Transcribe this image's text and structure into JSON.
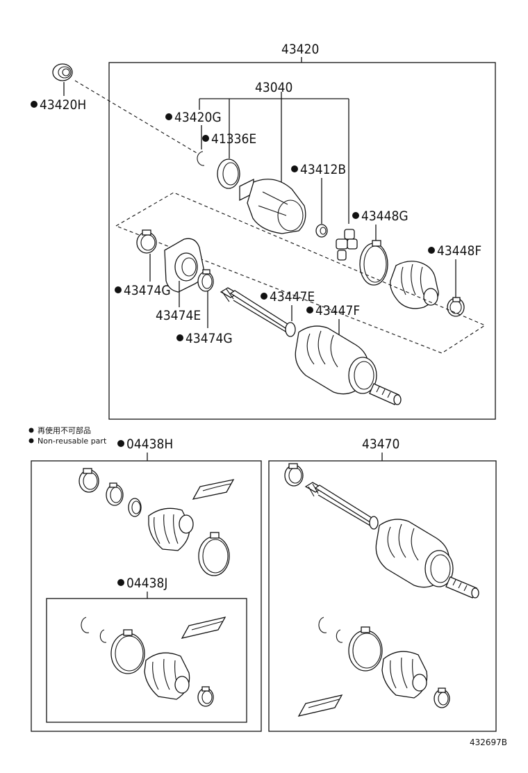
{
  "parts": {
    "p43420": "43420",
    "p43420H": "43420H",
    "p43040": "43040",
    "p43420G": "43420G",
    "p41336E": "41336E",
    "p43412B": "43412B",
    "p43448G": "43448G",
    "p43448F": "43448F",
    "p43474G_a": "43474G",
    "p43474E": "43474E",
    "p43474G_b": "43474G",
    "p43447E": "43447E",
    "p43447F": "43447F",
    "p04438H": "04438H",
    "p04438J": "04438J",
    "p43470": "43470"
  },
  "legend": {
    "line1": "再使用不可部品",
    "line2": "Non-reusable part"
  },
  "figure_id": "432697B"
}
